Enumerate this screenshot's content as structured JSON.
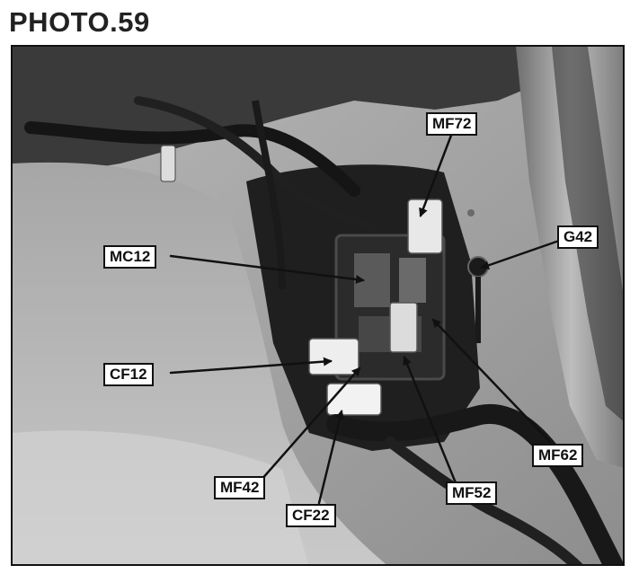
{
  "document": {
    "title": "PHOTO.59"
  },
  "photo": {
    "subject": "photograph",
    "labels": [
      {
        "id": "mf72",
        "text": "MF72"
      },
      {
        "id": "mc12",
        "text": "MC12"
      },
      {
        "id": "g42",
        "text": "G42"
      },
      {
        "id": "cf12",
        "text": "CF12"
      },
      {
        "id": "mf62",
        "text": "MF62"
      },
      {
        "id": "mf42",
        "text": "MF42"
      },
      {
        "id": "mf52",
        "text": "MF52"
      },
      {
        "id": "cf22",
        "text": "CF22"
      }
    ]
  }
}
